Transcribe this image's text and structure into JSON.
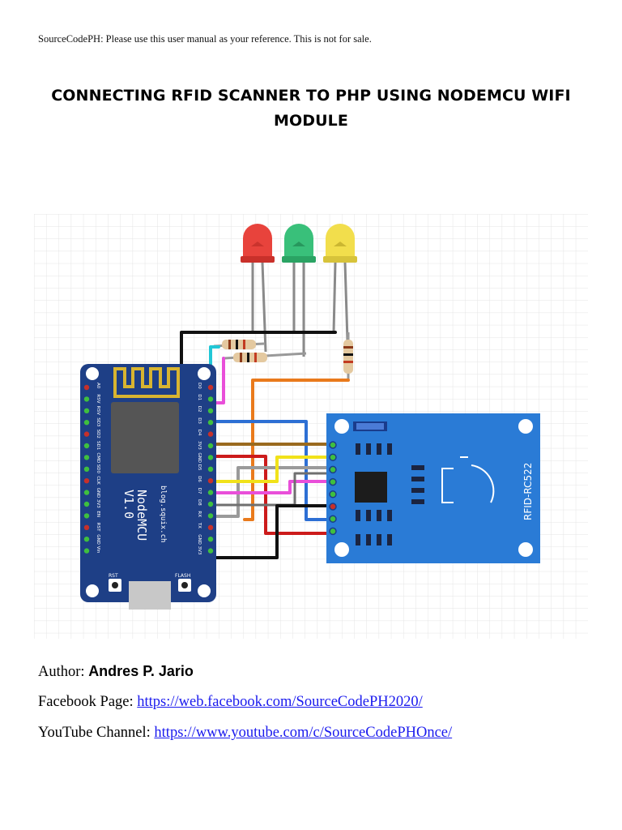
{
  "header": {
    "notice": "SourceCodePH: Please use this user manual as your reference. This is not for sale."
  },
  "title": {
    "line1": "CONNECTING RFID SCANNER TO PHP USING NODEMCU WIFI",
    "line2": "MODULE"
  },
  "diagram": {
    "nodemcu": {
      "name": "NodeMCU",
      "version": "V1.0",
      "site": "blog.squix.ch",
      "rst_label": "RST",
      "flash_label": "FLASH",
      "left_pins": [
        "A0",
        "RSV",
        "RSV",
        "SD3",
        "SD2",
        "SD1",
        "CMD",
        "SD0",
        "CLK",
        "GND",
        "3V3",
        "EN",
        "RST",
        "GND",
        "Vin"
      ],
      "right_pins": [
        "D0",
        "D1",
        "D2",
        "D3",
        "D4",
        "3V3",
        "GND",
        "D5",
        "D6",
        "D7",
        "D8",
        "RX",
        "TX",
        "GND",
        "3V3"
      ],
      "board_color": "#1e3f86"
    },
    "rfid": {
      "label": "RFID-RC522",
      "board_color": "#2a7bd6"
    },
    "leds": [
      {
        "name": "red",
        "color": "#e8433c"
      },
      {
        "name": "green",
        "color": "#39c07a"
      },
      {
        "name": "yellow",
        "color": "#f2de4c"
      }
    ]
  },
  "footer": {
    "author_label": "Author: ",
    "author_name": "Andres P. Jario",
    "facebook_label": "Facebook Page: ",
    "facebook_url": "https://web.facebook.com/SourceCodePH2020/",
    "youtube_label": "YouTube Channel:  ",
    "youtube_url": "https://www.youtube.com/c/SourceCodePHOnce/"
  }
}
